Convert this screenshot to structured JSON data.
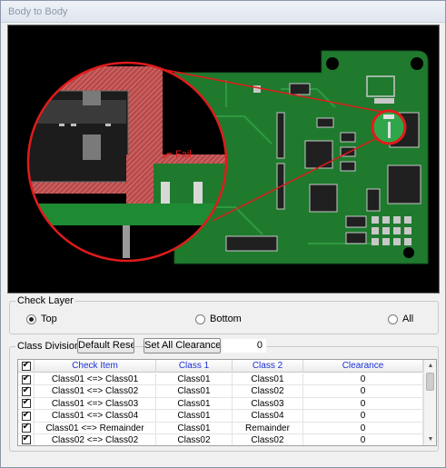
{
  "window": {
    "title": "Body to Body"
  },
  "viewer": {
    "fail_label": "Fail"
  },
  "check_layer": {
    "label": "Check Layer",
    "options": [
      {
        "label": "Top",
        "selected": true
      },
      {
        "label": "Bottom",
        "selected": false
      },
      {
        "label": "All",
        "selected": false
      }
    ]
  },
  "class_division": {
    "label": "Class Division",
    "default_reset_label": "Default Reset",
    "set_all_label": "Set All Clearance To",
    "set_all_value": "0"
  },
  "table": {
    "headers": [
      "Check Item",
      "Class 1",
      "Class 2",
      "Clearance"
    ],
    "header_all_checked": true,
    "rows": [
      {
        "checked": true,
        "item": "Class01 <=> Class01",
        "class1": "Class01",
        "class2": "Class01",
        "clearance": "0"
      },
      {
        "checked": true,
        "item": "Class01 <=> Class02",
        "class1": "Class01",
        "class2": "Class02",
        "clearance": "0"
      },
      {
        "checked": true,
        "item": "Class01 <=> Class03",
        "class1": "Class01",
        "class2": "Class03",
        "clearance": "0"
      },
      {
        "checked": true,
        "item": "Class01 <=> Class04",
        "class1": "Class01",
        "class2": "Class04",
        "clearance": "0"
      },
      {
        "checked": true,
        "item": "Class01 <=> Remainder",
        "class1": "Class01",
        "class2": "Remainder",
        "clearance": "0"
      },
      {
        "checked": true,
        "item": "Class02 <=> Class02",
        "class1": "Class02",
        "class2": "Class02",
        "clearance": "0"
      }
    ]
  },
  "colors": {
    "pcb_green": "#1f7a2e",
    "fail_red": "#e01b1b",
    "header_text": "#1a2fd8"
  }
}
